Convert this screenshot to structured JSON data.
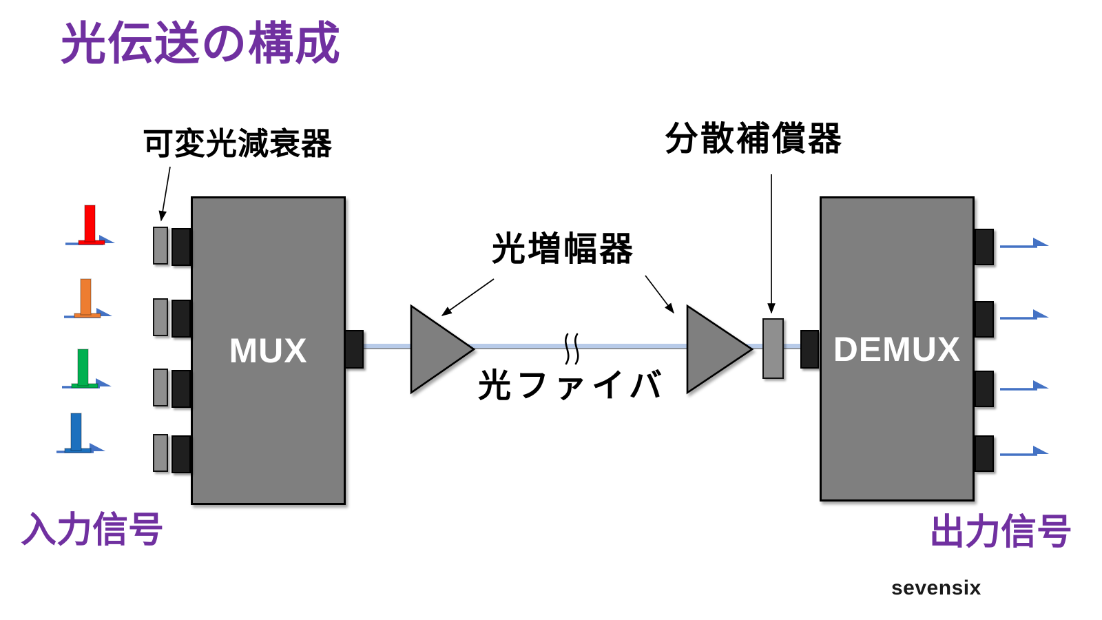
{
  "title": "光伝送の構成",
  "diagram": {
    "attenuator_label": "可変光減衰器",
    "amplifier_label": "光増幅器",
    "fiber_label": "光ファイバ",
    "compensator_label": "分散補償器",
    "input_signal_label": "入力信号",
    "output_signal_label": "出力信号",
    "mux_label": "MUX",
    "demux_label": "DEMUX"
  },
  "branding": "sevensix",
  "colors": {
    "title": "#7030A0",
    "signal_arrow": "#4472C4",
    "fiber": "#B8CBE9",
    "block_gray": "#7F7F7F"
  },
  "input_pulses": [
    {
      "name": "channel-1-red",
      "color": "#FF0000"
    },
    {
      "name": "channel-2-orange",
      "color": "#ED7D31"
    },
    {
      "name": "channel-3-green",
      "color": "#00B050"
    },
    {
      "name": "channel-4-blue",
      "color": "#1C70BE"
    }
  ]
}
